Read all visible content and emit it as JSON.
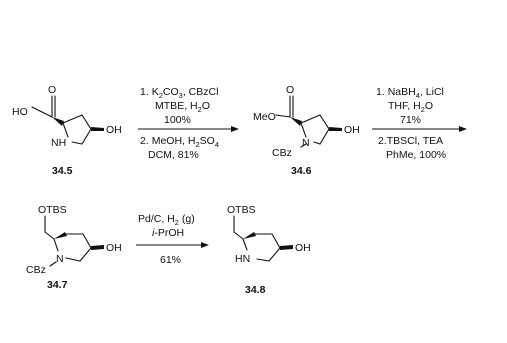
{
  "compounds": {
    "c345": {
      "id": "34.5",
      "atoms": {
        "o_carbonyl": "O",
        "ho_acid": "HO",
        "nh": "NH",
        "oh": "OH"
      }
    },
    "c346": {
      "id": "34.6",
      "atoms": {
        "o_carbonyl": "O",
        "meo": "MeO",
        "n": "N",
        "cbz": "CBz",
        "oh": "OH"
      }
    },
    "c347": {
      "id": "34.7",
      "atoms": {
        "otbs": "OTBS",
        "n": "N",
        "cbz": "CBz",
        "oh": "OH"
      }
    },
    "c348": {
      "id": "34.8",
      "atoms": {
        "otbs": "OTBS",
        "hn": "HN",
        "oh": "OH"
      }
    }
  },
  "steps": {
    "step1": {
      "above": {
        "l1": "1. K2CO3, CBzCl",
        "l2": "MTBE, H2O",
        "l3": "100%"
      },
      "below": {
        "l1": "2. MeOH, H2SO4",
        "l2": "DCM, 81%"
      }
    },
    "step2": {
      "above": {
        "l1": "1. NaBH4, LiCl",
        "l2": "THF, H2O",
        "l3": "71%"
      },
      "below": {
        "l1": "2.TBSCl, TEA",
        "l2": "PhMe, 100%"
      }
    },
    "step3": {
      "above": {
        "l1": "Pd/C, H2 (g)",
        "l2": "i-PrOH"
      },
      "below": {
        "l1": "61%"
      }
    }
  }
}
